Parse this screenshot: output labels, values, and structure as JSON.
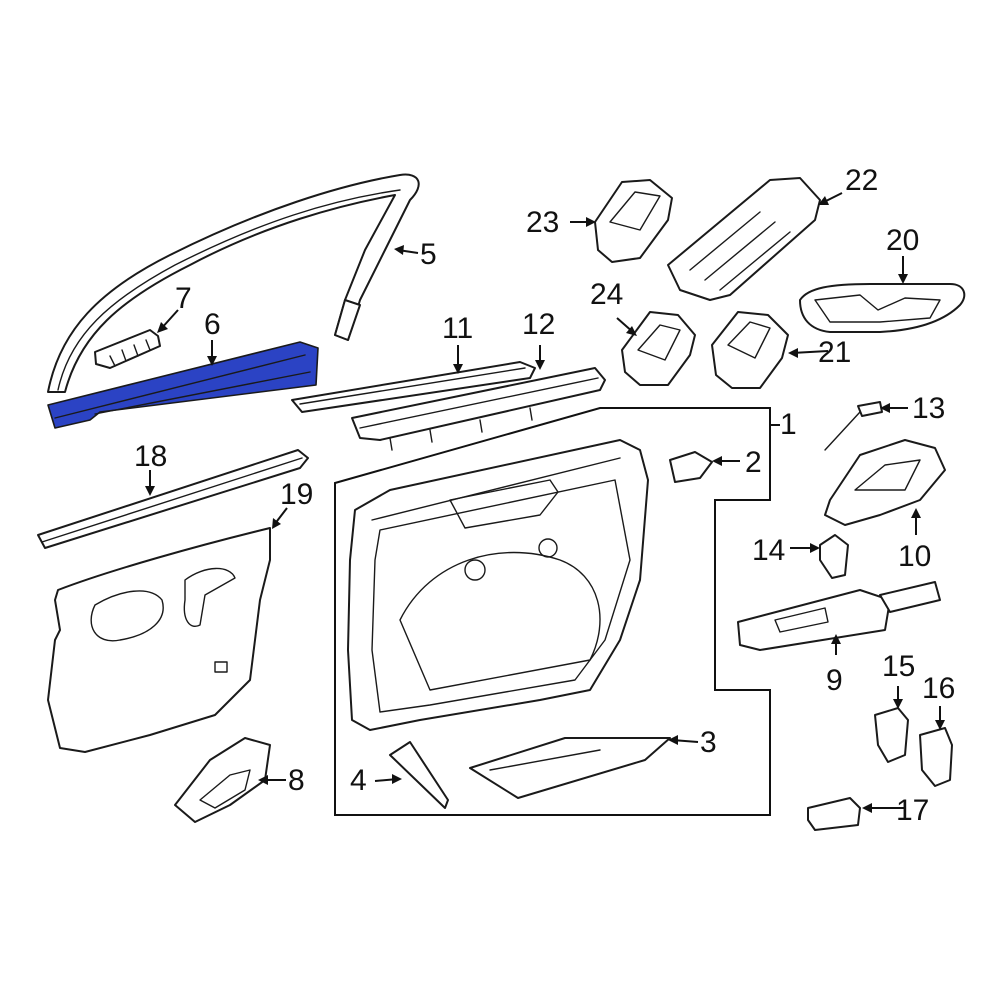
{
  "highlight_color": "#2b43c4",
  "highlighted_part": "6",
  "callouts": {
    "c1": "1",
    "c2": "2",
    "c3": "3",
    "c4": "4",
    "c5": "5",
    "c6": "6",
    "c7": "7",
    "c8": "8",
    "c9": "9",
    "c10": "10",
    "c11": "11",
    "c12": "12",
    "c13": "13",
    "c14": "14",
    "c15": "15",
    "c16": "16",
    "c17": "17",
    "c18": "18",
    "c19": "19",
    "c20": "20",
    "c21": "21",
    "c22": "22",
    "c23": "23",
    "c24": "24"
  }
}
